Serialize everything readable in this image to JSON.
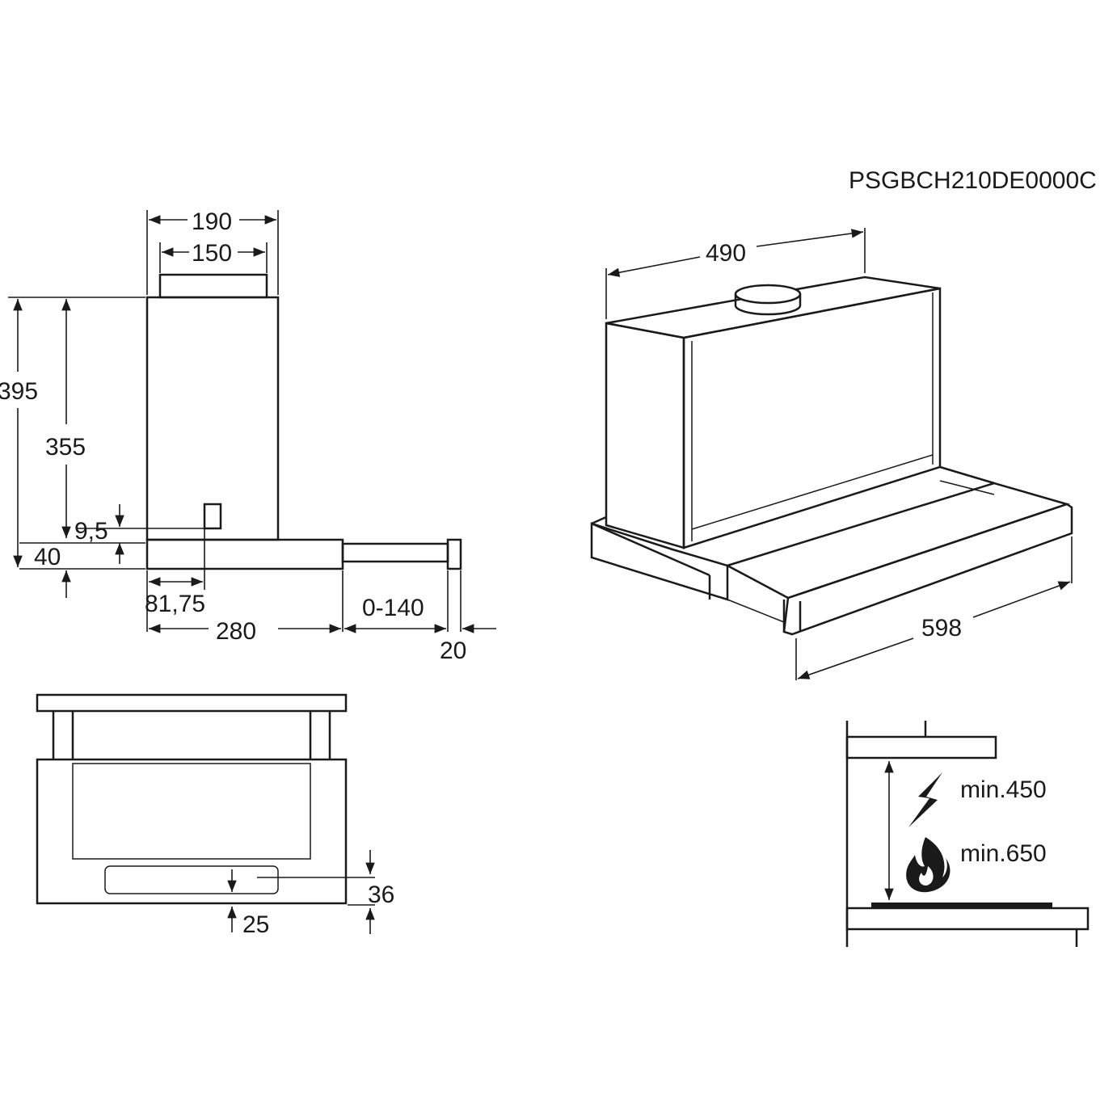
{
  "model_code": "PSGBCH210DE0000C",
  "side_view": {
    "width_outer": "190",
    "width_inner": "150",
    "height_total": "395",
    "height_body": "355",
    "offset_small": "9,5",
    "base_height": "40",
    "offset_front": "81,75",
    "depth": "280",
    "extension": "0-140",
    "front_thickness": "20"
  },
  "front_view": {
    "dim_36": "36",
    "dim_25": "25"
  },
  "perspective_view": {
    "depth_top": "490",
    "width": "598"
  },
  "installation": {
    "min_electric": "min.450",
    "min_gas": "min.650",
    "electric_icon": "lightning-icon",
    "gas_icon": "flame-icon"
  }
}
